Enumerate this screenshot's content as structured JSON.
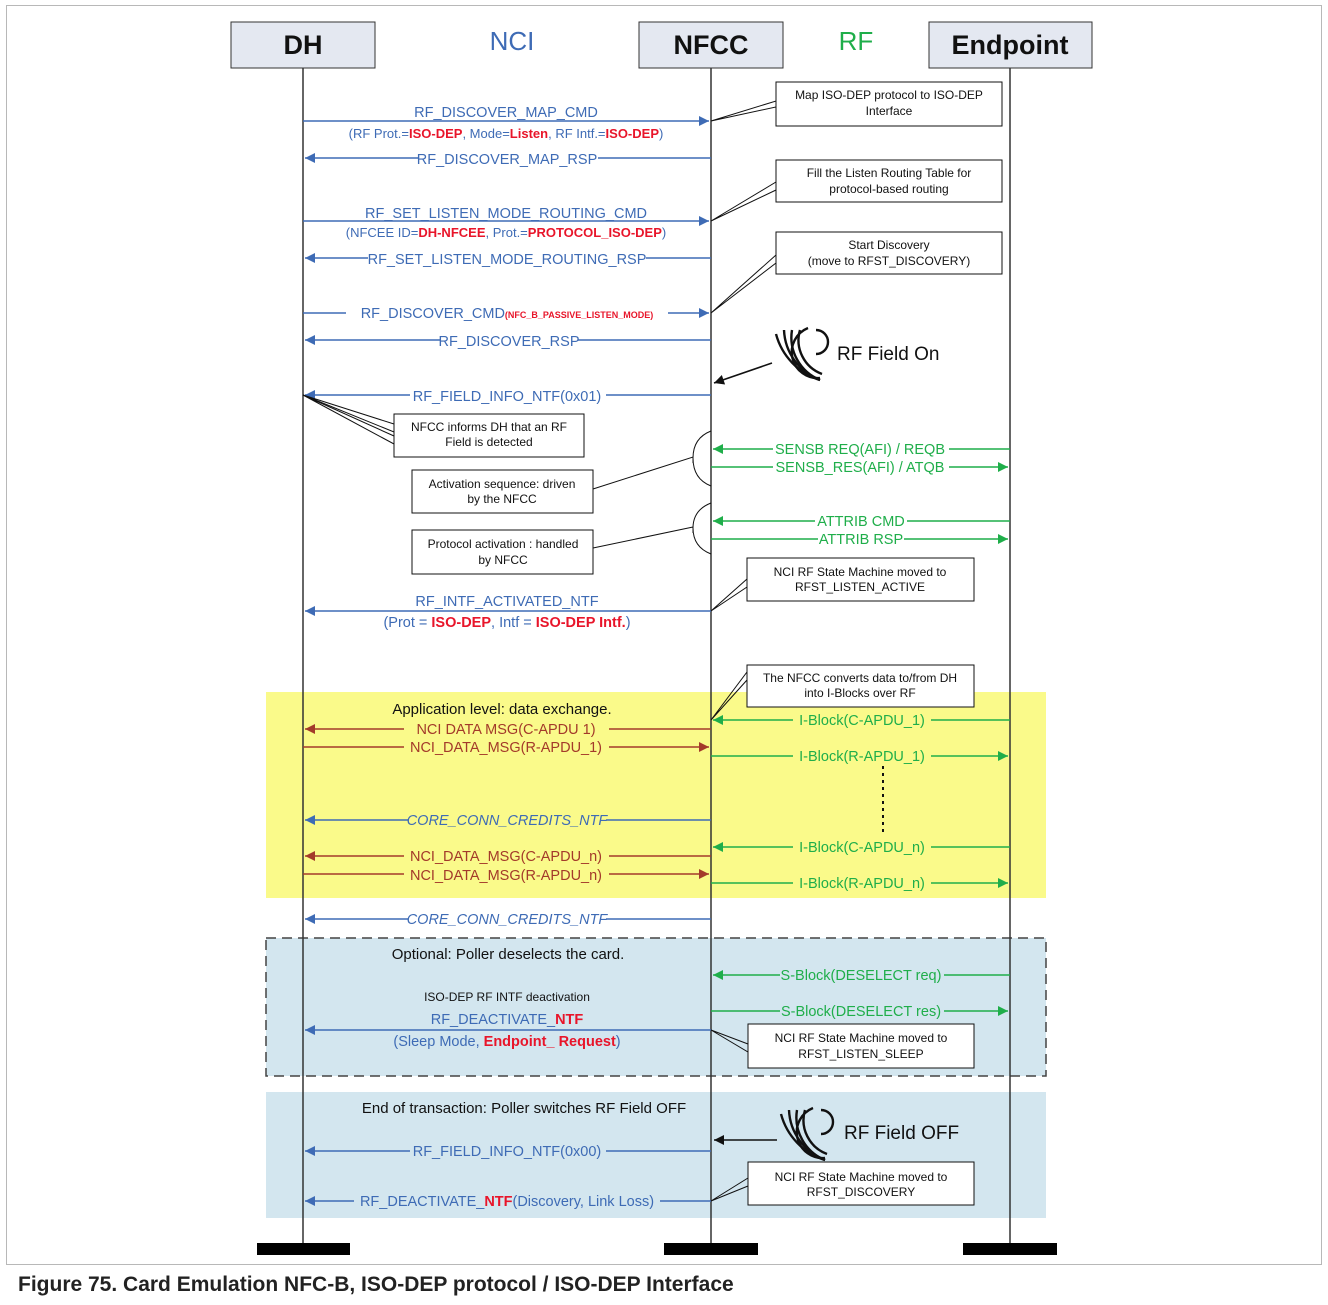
{
  "participants": {
    "dh": "DH",
    "nfcc": "NFCC",
    "endpoint": "Endpoint"
  },
  "interfaces": {
    "nci": "NCI",
    "rf": "RF"
  },
  "colors": {
    "nci": "#3e6bb5",
    "data": "#a33a2a",
    "rf": "#1fae4a",
    "highlight": "#e8152a",
    "yellow": "#fafa8a",
    "blue": "#d3e6ef"
  },
  "sections": {
    "app_level": "Application level: data exchange.",
    "optional": "Optional: Poller deselects the card.",
    "end": "End of transaction: Poller switches RF Field OFF"
  },
  "msgs": {
    "m1": "RF_DISCOVER_MAP_CMD",
    "m1a1": "(RF Prot.=",
    "m1a2": "ISO-DEP",
    "m1a3": ", Mode=",
    "m1a4": "Listen",
    "m1a5": ", RF Intf.=",
    "m1a6": "ISO-DEP",
    "m1a7": ")",
    "m2": "RF_DISCOVER_MAP_RSP",
    "m3": "RF_SET_LISTEN_MODE_ROUTING_CMD",
    "m3a1": "(NFCEE ID=",
    "m3a2": "DH-NFCEE",
    "m3a3": ", Prot.=",
    "m3a4": "PROTOCOL_ISO-DEP",
    "m3a5": ")",
    "m4": "RF_SET_LISTEN_MODE_ROUTING_RSP",
    "m5": "RF_DISCOVER_CMD",
    "m5a": "(NFC_B_PASSIVE_LISTEN_MODE)",
    "m6": "RF_DISCOVER_RSP",
    "m7": "RF_FIELD_INFO_NTF(0x01)",
    "m8": "RF_INTF_ACTIVATED_NTF",
    "m8a1": "(Prot = ",
    "m8a2": "ISO-DEP",
    "m8a3": ", Intf = ",
    "m8a4": "ISO-DEP Intf.",
    "m8a5": ")",
    "d1": "NCI  DATA  MSG(C-APDU  1)",
    "d2": "NCI_DATA_MSG(R-APDU_1)",
    "c1": "CORE_CONN_CREDITS_NTF",
    "d3": "NCI_DATA_MSG(C-APDU_n)",
    "d4": "NCI_DATA_MSG(R-APDU_n)",
    "c2": "CORE_CONN_CREDITS_NTF",
    "deact_title": "ISO-DEP RF INTF deactivation",
    "deact1a": "RF_DEACTIVATE_",
    "deact1b": "NTF",
    "deact2a": "(Sleep Mode, ",
    "deact2b": "Endpoint_ Request",
    "deact2c": ")",
    "m9": "RF_FIELD_INFO_NTF(0x00)",
    "m10a": "RF_DEACTIVATE_",
    "m10b": "NTF",
    "m10c": "(Discovery, Link Loss)"
  },
  "rf_msgs": {
    "r1": "SENSB  REQ(AFI) / REQB",
    "r2": "SENSB_RES(AFI) / ATQB",
    "r3": "ATTRIB CMD",
    "r4": "ATTRIB RSP",
    "r5": "I-Block(C-APDU_1)",
    "r6": "I-Block(R-APDU_1)",
    "r7": "I-Block(C-APDU_n)",
    "r8": "I-Block(R-APDU_n)",
    "r9": "S-Block(DESELECT req)",
    "r10": "S-Block(DESELECT res)"
  },
  "notes": {
    "n1a": "Map ISO-DEP protocol to ISO-DEP",
    "n1b": "Interface",
    "n2a": "Fill the Listen Routing Table for",
    "n2b": "protocol-based routing",
    "n3a": "Start Discovery",
    "n3b": "(move to RFST_DISCOVERY)",
    "n4a": "NFCC informs DH that an RF",
    "n4b": "Field is detected",
    "n5a": "Activation sequence: driven",
    "n5b": "by the NFCC",
    "n6a": "Protocol activation : handled",
    "n6b": "by NFCC",
    "n7a": "NCI RF State Machine moved to",
    "n7b": "RFST_LISTEN_ACTIVE",
    "n8a": "The NFCC converts data to/from DH",
    "n8b": "into I-Blocks over RF",
    "n9a": "NCI RF State Machine moved to",
    "n9b": "RFST_LISTEN_SLEEP",
    "n10a": "NCI RF State Machine moved to",
    "n10b": "RFST_DISCOVERY"
  },
  "rf_field": {
    "on": "RF Field On",
    "off": "RF Field OFF"
  },
  "caption": "Figure 75.  Card Emulation NFC-B, ISO-DEP protocol / ISO-DEP Interface"
}
